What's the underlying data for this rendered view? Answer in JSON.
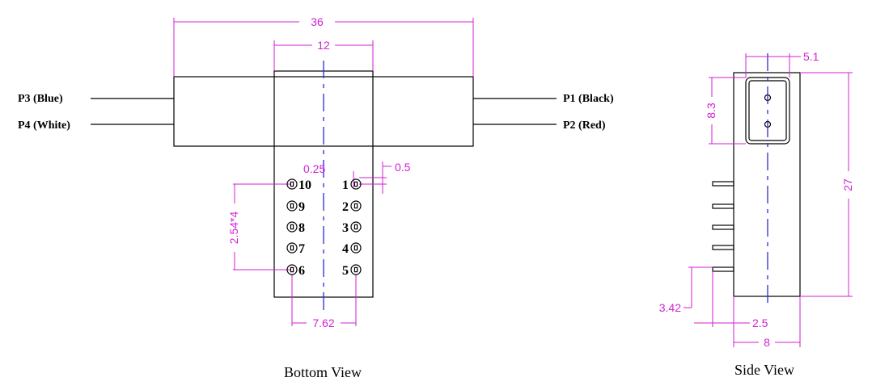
{
  "colors": {
    "outline": "#000000",
    "dimension": "#d21fd6",
    "centerline": "#2b2bd8"
  },
  "bottom_view": {
    "title": "Bottom View",
    "ports": {
      "p3": "P3 (Blue)",
      "p4": "P4 (White)",
      "p1": "P1 (Black)",
      "p2": "P2 (Red)"
    },
    "pins_left": [
      "10",
      "9",
      "8",
      "7",
      "6"
    ],
    "pins_right": [
      "1",
      "2",
      "3",
      "4",
      "5"
    ],
    "dims": {
      "overall": "36",
      "center": "12",
      "pin_pad": "0.25",
      "pin_hole": "0.5",
      "pitch": "2.54*4",
      "row_spacing": "7.62"
    }
  },
  "side_view": {
    "title": "Side View",
    "dims": {
      "window_width": "5.1",
      "window_height": "8.3",
      "height": "27",
      "pin_length": "3.42",
      "pin_offset": "2.5",
      "width": "8"
    }
  }
}
